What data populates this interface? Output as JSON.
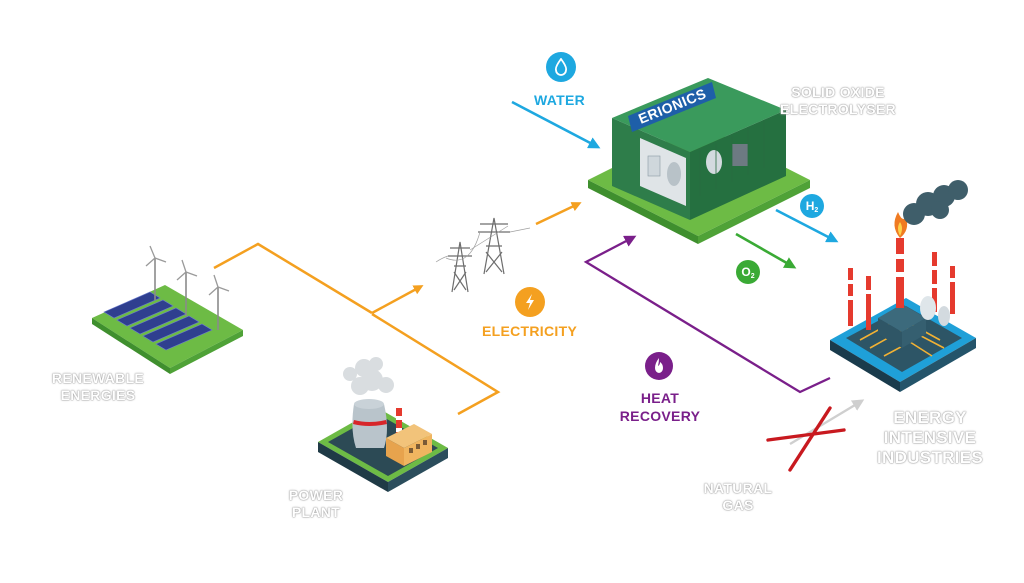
{
  "labels": {
    "water": "WATER",
    "electricity": "ELECTRICITY",
    "heat_recovery": [
      "HEAT",
      "RECOVERY"
    ],
    "renewable": [
      "RENEWABLE",
      "ENERGIES"
    ],
    "power_plant": [
      "POWER",
      "PLANT"
    ],
    "soec": [
      "SOLID OXIDE",
      "ELECTROLYSER"
    ],
    "natural_gas": [
      "NATURAL",
      "GAS"
    ],
    "industries": [
      "ENERGY",
      "INTENSIVE",
      "INDUSTRIES"
    ]
  },
  "badges": {
    "h2": "H",
    "h2_sub": "2",
    "o2": "O",
    "o2_sub": "2"
  },
  "container_brand": "ERIONICS",
  "colors": {
    "water": "#1ea8e0",
    "electricity": "#f4a020",
    "heat": "#7a1f8a",
    "oxygen": "#3aaa35",
    "natural_gas": "#d0d0d0",
    "cross": "#c8191f",
    "platform_green": "#6dbb45",
    "container": "#2e7d4a"
  },
  "icons": [
    "water-drop-icon",
    "lightning-icon",
    "flame-icon"
  ]
}
